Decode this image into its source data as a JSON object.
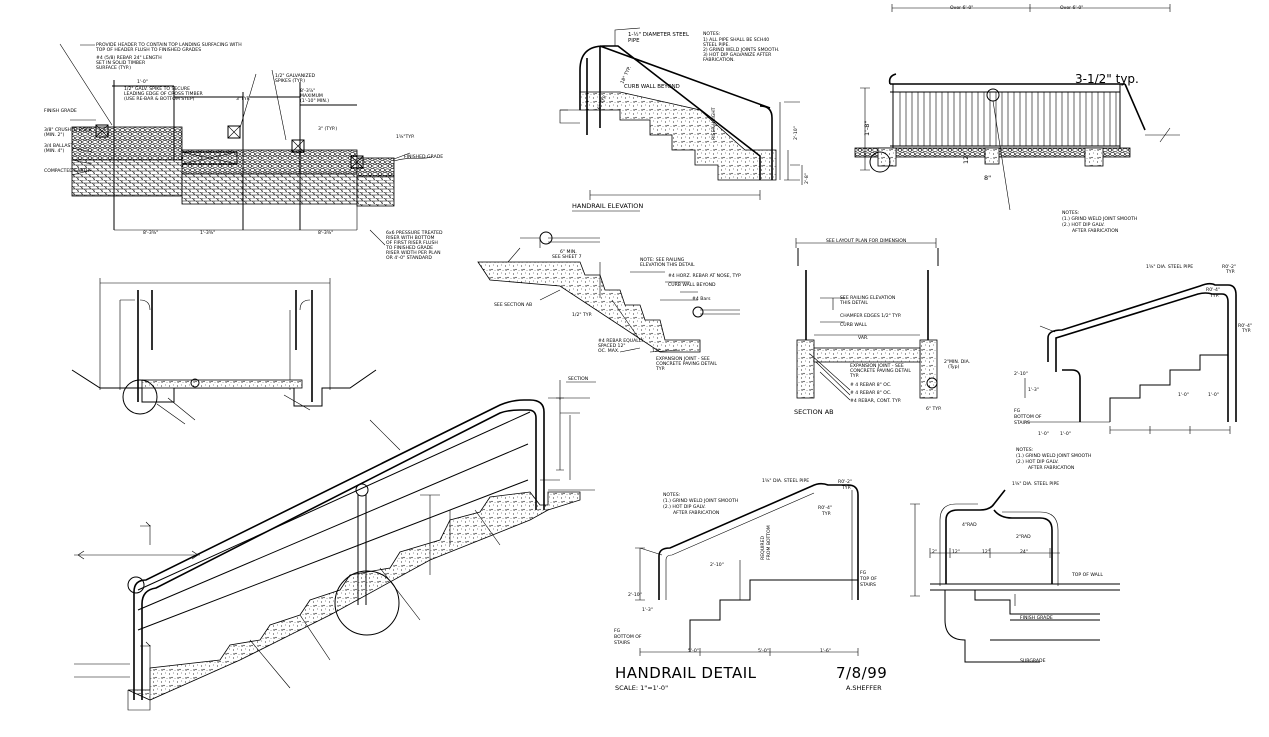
{
  "sheet": {
    "title_block": {
      "title": "HANDRAIL DETAIL",
      "scale": "SCALE:  1\"=1'-0\"",
      "date": "7/8/99",
      "author": "A.SHEFFER"
    },
    "stone_edge": {
      "n1": "PROVIDE HEADER TO CONTAIN TOP LANDING SURFACING WITH",
      "n2": "TOP OF HEADER FLUSH TO FINISHED GRADES",
      "n3": "#4 (5/8) REBAR 24\" LENGTH",
      "n4": "SET IN SOLID TIMBER",
      "n5": "SURFACE (TYP.)",
      "n6": "1/2\" GALV. SPIKE TO SECURE",
      "n7": "LEADING EDGE OF CROSS TIMBER",
      "n8": "(USE RE-BAR & BOTTOM STEP)",
      "n9": "1/2\" GALVANIZED",
      "n10": "SPIKES (TYP.)",
      "finish_grade_l": "FINISH GRADE",
      "crushed": "3/8\" CRUSHED ROCK",
      "crushed2": "(MIN. 2\")",
      "ballast": "3/4 BALLAST",
      "ballast2": "(MIN. 4\")",
      "compacted": "COMPACTED EARTH",
      "finished_grade": "FINISHED GRADE",
      "d1": "1'-0\"",
      "d2": "3\"TYP.",
      "d3": "8'-3⅞\"",
      "d4": "MAXIMUM",
      "d5": "(1'-10\" MIN.)",
      "d6": "3\" (TYP.)",
      "d7": "1⅝\"TYP.",
      "b1": "8'-3⅜\"",
      "b2": "1'-3⅜\"",
      "b3": "8'-3⅜\"",
      "timber1": "6x6 PRESSURE TREATED",
      "timber2": "RISER WITH BOTTOM",
      "timber3": "OF FIRST RISER FLUSH",
      "timber4": "TO FINISHED GRADE",
      "timber5": "RISER WIDTH PER PLAN",
      "timber6": "OR 4'-0\" STANDARD"
    },
    "handrail_elev": {
      "pipe": "1-½\" DIAMETER STEEL",
      "pipe2": "PIPE",
      "curb": "CURB WALL BEYOND",
      "notes_t": "NOTES:",
      "notes1": "1) ALL PIPE SHALL BE SCH40",
      "notes2": "STEEL PIPE.",
      "notes3": "2) GRIND WELD JOINTS SMOOTH.",
      "notes4": "3) HOT DIP GALVANIZE AFTER",
      "notes5": "FABRICATION.",
      "v1": "18\" TYP.",
      "v2": "RISER HEIGHT",
      "v3": "2'-10\"",
      "v4": "6\" TYP.",
      "v5": "2'-8\"",
      "caption": "HANDRAIL ELEVATION"
    },
    "rail_elev": {
      "top1": "Over 6'-0\"",
      "top2": "Over 6'-0\"",
      "typ": "3-1/2\" typ.",
      "d1": "1'-8\"",
      "d2": "12\"",
      "d3": "8\"",
      "notes_t": "NOTES:",
      "n1": "(1.)  GRIND WELD JOINT SMOOTH",
      "n2": "(2.)  HOT DIP GALV.",
      "n3": "AFTER FABRICATION"
    },
    "section_stair": {
      "minimum": "6\" MIN.",
      "sheet": "SEE SHEET 7",
      "note1": "NOTE: SEE RAILING",
      "note2": "ELEVATION THIS DETAIL",
      "r1": "#4 HORZ. REBAR AT NOSE, TYP",
      "r2": "CURB WALL BEYOND",
      "r3": "#4 Bars",
      "sec": "SEE SECTION AB",
      "m1": "1/2\" TYP.",
      "m2": "#4 REBAR EQUALLY",
      "m3": "SPACED 12\"",
      "m4": "OC. MAX.",
      "e1": "EXPANSION JOINT - SEE",
      "e2": "CONCRETE PAVING DETAIL",
      "e3": "TYP.",
      "d": "12\""
    },
    "section_ab": {
      "top": "SEE LAYOUT PLAN FOR DIMENSION",
      "r1": "SEE RAILING ELEVATION",
      "r2": "THIS DETAIL",
      "r3": "CHAMFER EDGES 1/2\" TYP.",
      "r4": "CURB WALL",
      "r5": "EXPANSION JOINT - SEE",
      "r6": "CONCRETE PAVING DETAIL",
      "r7": "TYP.",
      "r8": "# 4 REBAR 8\" OC.",
      "r9": "# 4 REBAR 8\" OC.",
      "r10": "#4 REBAR, CONT. TYP.",
      "dia": "2\"MIN. DIA.",
      "dia2": "(Typ)",
      "var": "VAR.",
      "typ": "6\" TYP.",
      "caption": "SECTION AB"
    },
    "right_rail": {
      "pipe": "1⅝\" DIA. STEEL PIPE",
      "r1": "R0'-2\"",
      "r1b": "TYP.",
      "r2": "R0'-4\"",
      "r2b": "TYP.",
      "r3": "R0'-4\"",
      "r3b": "TYP.",
      "h1": "2'-10\"",
      "h2": "1'-3\"",
      "fg1": "FG",
      "fg2": "BOTTOM OF",
      "fg3": "STAIRS",
      "b1": "1'-0\"",
      "b2": "1'-0\"",
      "b3": "1'-0\"",
      "b4": "1'-0\"",
      "notes_t": "NOTES:",
      "n1": "(1.)  GRIND WELD JOINT SMOOTH",
      "n2": "(2.)  HOT DIP GALV.",
      "n3": "AFTER FABRICATION"
    },
    "mid_rail": {
      "pipe": "1⅝\" DIA. STEEL PIPE",
      "r1": "R0'-2\"",
      "r1b": "TYP.",
      "r2": "R0'-4\"",
      "r2b": "TYP.",
      "notes_t": "NOTES:",
      "n1": "(1.)  GRIND WELD JOINT SMOOTH",
      "n2": "(2.)  HOT DIP GALV.",
      "n3": "AFTER FABRICATION",
      "req": "REQUIRED",
      "req2": "FROM BOTTOM",
      "h1": "2'-10\"",
      "h2": "2'-10\"",
      "h3": "1'-3\"",
      "fg1": "FG",
      "fg2": "BOTTOM OF",
      "fg3": "STAIRS",
      "fg4": "FG",
      "fg5": "TOP OF",
      "fg6": "STAIRS",
      "b1": "5'-0\"",
      "b2": "5'-0\"",
      "b3": "1'-6\""
    },
    "wall_rail": {
      "pipe": "1⅝\" DIA. STEEL PIPE",
      "r1": "4\"RAD",
      "r2": "2\"RAD",
      "d1": "2\"",
      "d2": "12\"",
      "d3": "12\"",
      "d4": "24\"",
      "top": "TOP OF WALL",
      "fin": "FINISH GRADE",
      "sub": "SUBGRADE"
    },
    "large_stair": {
      "section": "SECTION"
    }
  }
}
